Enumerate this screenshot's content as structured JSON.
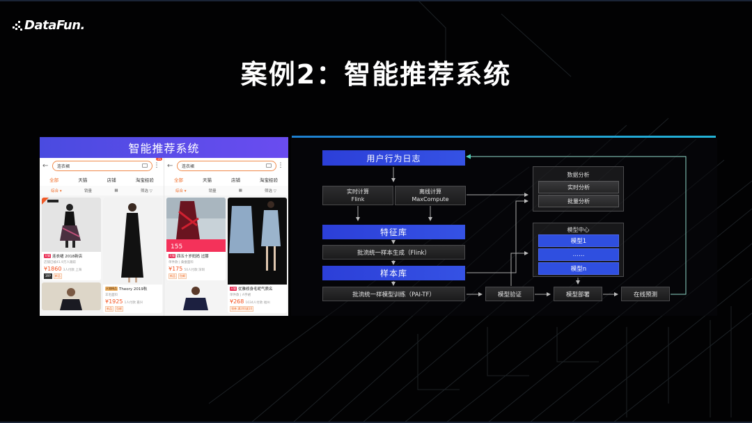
{
  "brand": {
    "logo_text": "DataFun."
  },
  "title": "案例2：智能推荐系统",
  "colors": {
    "accent_line_start": "#1e7fd0",
    "accent_line_end": "#23b3d6",
    "box_blue": "#3049e0",
    "feedback_arrow": "#4fd1b8",
    "phone_header": "#5a4be8",
    "price_orange": "#f4511e"
  },
  "phone_panel": {
    "header_title": "智能推荐系统",
    "screens": [
      {
        "search_value": "连衣裙",
        "badge": "16",
        "tabs": [
          "全部",
          "天猫",
          "店铺",
          "淘宝经验"
        ],
        "sort": {
          "comprehensive": "综合 ▾",
          "sales": "销量",
          "filter": "筛选 ▽"
        },
        "products": [
          {
            "tag": "天猫",
            "title": "连衣裙 2018新店",
            "subtitle": "店铺已被41.9万人跟踪",
            "price": "¥1860",
            "meta": "3人付款 上海",
            "labels": [
              "新品"
            ]
          },
          {
            "tag": "天猫精品",
            "title": "Theory 2019秋",
            "subtitle": "羊毛面料",
            "price": "¥1925",
            "meta": "1人付款 嘉兴",
            "labels": [
              "新品",
              "包邮"
            ]
          }
        ]
      },
      {
        "search_value": "连衣裙",
        "tabs": [
          "全部",
          "天猫",
          "店铺",
          "淘宝经验"
        ],
        "sort": {
          "comprehensive": "综合 ▾",
          "sales": "销量",
          "filter": "筛选 ▽"
        },
        "promo_price": "155",
        "products": [
          {
            "tag": "天猫",
            "title": "四五十岁妈妈 过膝",
            "subtitle": "单件款 | 桑蚕面料",
            "price": "¥175",
            "meta": "50人付款 深圳",
            "labels": [
              "新品",
              "包邮"
            ]
          },
          {
            "tag": "天猫",
            "title": "优雅修身毛呢气质名",
            "subtitle": "单件款 | A字裙",
            "price": "¥268",
            "meta": "1034人付款 福州",
            "labels": [
              "领券 满200减10"
            ]
          }
        ]
      }
    ]
  },
  "diagram": {
    "user_log": "用户行为日志",
    "realtime_compute": {
      "line1": "实时计算",
      "line2": "Flink"
    },
    "offline_compute": {
      "line1": "离线计算",
      "line2": "MaxCompute"
    },
    "feature_store": "特征库",
    "sample_gen": "批流统一样本生成（Flink）",
    "sample_store": "样本库",
    "model_training": "批流统一样模型训练（PAI-TF）",
    "data_analysis": {
      "title": "数据分析",
      "items": [
        "实时分析",
        "批量分析"
      ]
    },
    "model_center": {
      "title": "模型中心",
      "items": [
        "模型1",
        "……",
        "模型n"
      ]
    },
    "model_validation": "模型验证",
    "model_deploy": "模型部署",
    "online_predict": "在线预测"
  }
}
